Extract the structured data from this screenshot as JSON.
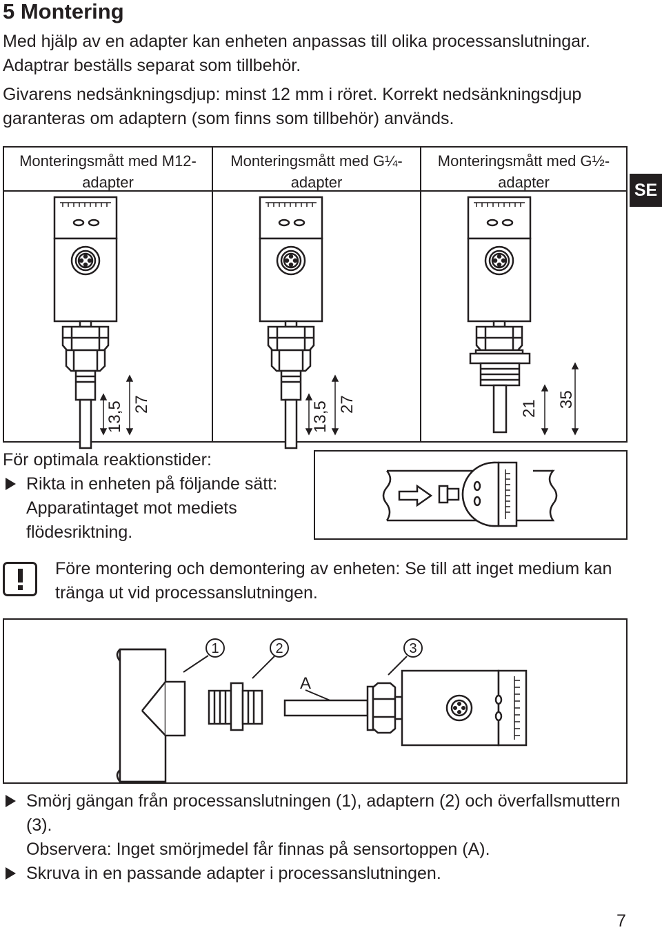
{
  "heading": "5 Montering",
  "intro": [
    "Med hjälp av en adapter kan enheten anpassas till olika processanslutningar. Adaptrar beställs separat som tillbehör.",
    "Givarens nedsänkningsdjup: minst 12 mm i röret. Korrekt nedsänkningsdjup garanteras om adaptern (som finns som tillbehör) används."
  ],
  "language_tab": "SE",
  "table": {
    "columns": [
      {
        "header": "Monteringsmått med M12-adapter",
        "dims": [
          "13,5",
          "27"
        ]
      },
      {
        "header": "Monteringsmått med G¼-adapter",
        "dims": [
          "13,5",
          "27"
        ]
      },
      {
        "header": "Monteringsmått med G½-adapter",
        "dims": [
          "21",
          "35"
        ]
      }
    ]
  },
  "orientation": {
    "lead": "För optimala reaktionstider:",
    "step": "Rikta in enheten på följande sätt: Apparatintaget mot mediets flödesriktning."
  },
  "warning": {
    "text": "Före montering och demontering av enheten: Se till att inget medium kan tränga ut vid processanslutningen."
  },
  "assembly": {
    "labels": [
      "1",
      "2",
      "3"
    ],
    "sensor_tip": "A"
  },
  "steps": {
    "step1": "Smörj gängan från processanslutningen (1), adaptern (2) och överfallsmuttern (3).",
    "note": "Observera: Inget smörjmedel får finnas på sensortoppen (A).",
    "step2": "Skruva in en passande adapter i processanslutningen."
  },
  "page_number": "7"
}
